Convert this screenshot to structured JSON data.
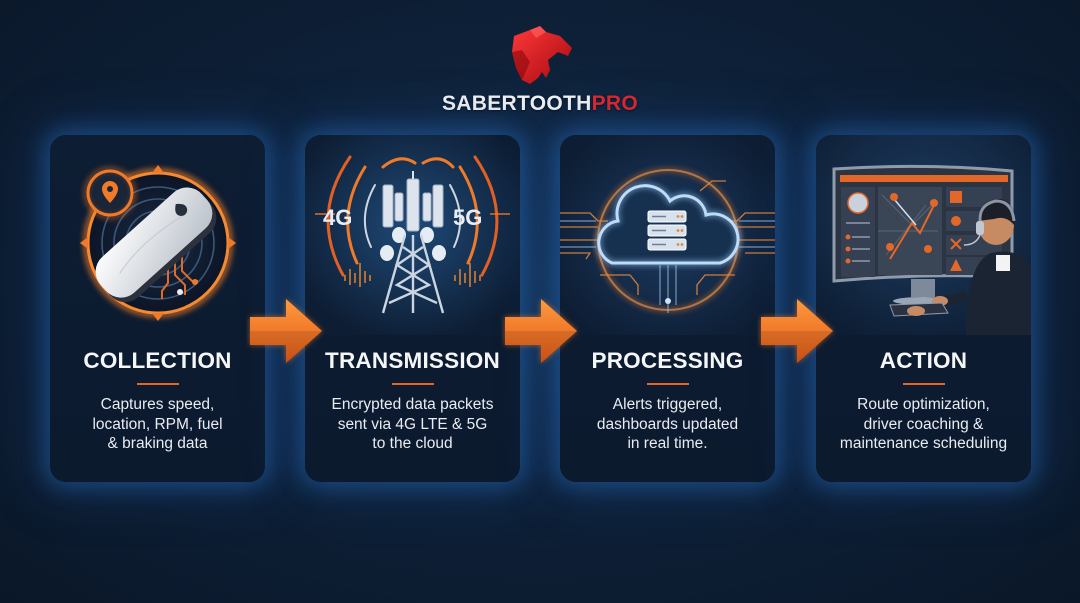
{
  "brand": {
    "name_primary": "SABERTOOTH",
    "name_accent": "PRO",
    "logo_icon": "sabertooth-cat-head-icon",
    "colors": {
      "accent_red": "#e0262b",
      "accent_orange": "#f07a28",
      "card_glow": "#2b6fbf",
      "background": "#0e2139"
    }
  },
  "steps": [
    {
      "title": "COLLECTION",
      "description": "Captures speed, location, RPM, fuel & braking data",
      "description_lines": [
        "Captures speed,",
        "location, RPM, fuel",
        "& braking data"
      ],
      "icon": "telematics-device-icon"
    },
    {
      "title": "TRANSMISSION",
      "description": "Encrypted data packets sent via 4G LTE & 5G to the cloud",
      "description_lines": [
        "Encrypted data packets",
        "sent via 4G LTE & 5G",
        "to the cloud"
      ],
      "icon": "cell-tower-icon",
      "badges": [
        "4G",
        "5G"
      ]
    },
    {
      "title": "PROCESSING",
      "description": "Alerts triggered, dashboards updated in real time.",
      "description_lines": [
        "Alerts triggered,",
        "dashboards updated",
        "in real time."
      ],
      "icon": "cloud-server-icon"
    },
    {
      "title": "ACTION",
      "description": "Route optimization, driver coaching & maintenance scheduling",
      "description_lines": [
        "Route optimization,",
        "driver coaching &",
        "maintenance scheduling"
      ],
      "icon": "dispatcher-dashboard-icon"
    }
  ],
  "connectors": [
    "arrow-right",
    "arrow-right",
    "arrow-right"
  ]
}
